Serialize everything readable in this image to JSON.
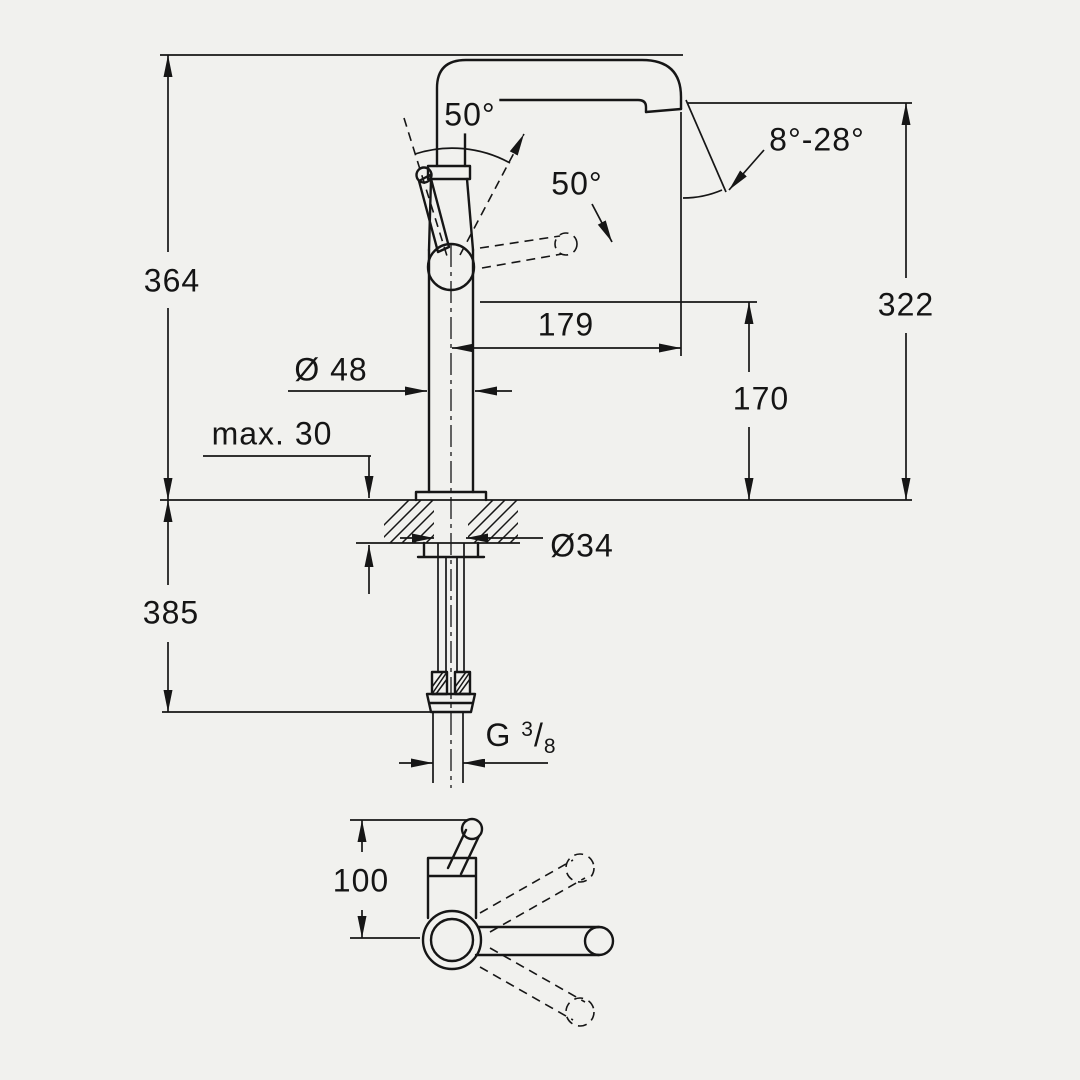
{
  "drawing": {
    "labels": {
      "height_above": "364",
      "height_below": "385",
      "spout_height": "322",
      "spout_reach": "179",
      "outlet_height": "170",
      "base_diameter": "Ø 48",
      "max_mounting_thickness": "max. 30",
      "hole_diameter": "Ø34",
      "depth_top_view": "100",
      "swivel_angle_top": "50°",
      "swivel_angle_side": "50°",
      "spout_angle_range": "8°-28°",
      "thread": {
        "prefix": "G",
        "numerator": "3",
        "slash": "/",
        "denominator": "8"
      }
    },
    "colors": {
      "background": "#f1f1ee",
      "line": "#161616"
    }
  }
}
